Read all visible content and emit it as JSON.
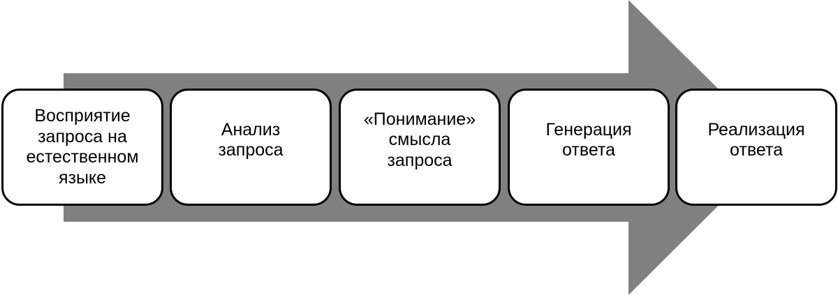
{
  "diagram": {
    "arrow_color": "#808080",
    "steps": [
      {
        "label": "Восприятие\nзапроса на\nестественном\nязыке"
      },
      {
        "label": "Анализ\nзапроса"
      },
      {
        "label": "«Понимание»\nсмысла\nзапроса"
      },
      {
        "label": "Генерация\nответа"
      },
      {
        "label": "Реализация\nответа"
      }
    ]
  }
}
